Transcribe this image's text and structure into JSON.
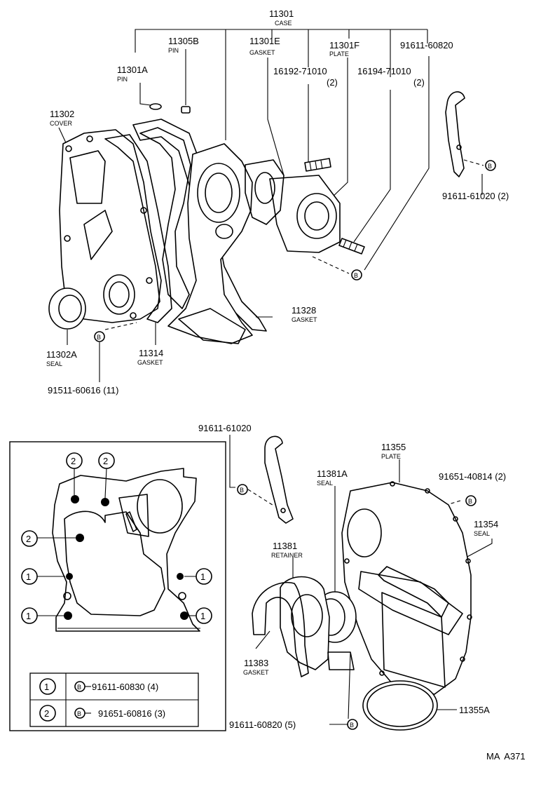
{
  "diagram": {
    "parts": {
      "case": {
        "number": "11301",
        "name": "CASE"
      },
      "pin_b": {
        "number": "11305B",
        "name": "PIN"
      },
      "case_gasket": {
        "number": "11301E",
        "name": "GASKET"
      },
      "case_plate": {
        "number": "11301F",
        "name": "PLATE"
      },
      "bolt_top": {
        "number": "91611-60820"
      },
      "pin_a": {
        "number": "11301A",
        "name": "PIN"
      },
      "stud_1": {
        "number": "16192-71010",
        "qty": "(2)"
      },
      "stud_2": {
        "number": "16194-71010",
        "qty": "(2)"
      },
      "cover": {
        "number": "11302",
        "name": "COVER"
      },
      "bolt_hook": {
        "number": "91611-61020 (2)"
      },
      "cover_gasket": {
        "number": "11328",
        "name": "GASKET"
      },
      "seal_a": {
        "number": "11302A",
        "name": "SEAL"
      },
      "gasket_11314": {
        "number": "11314",
        "name": "GASKET"
      },
      "bolt_cover": {
        "number": "91511-60616 (11)"
      },
      "bolt_hook_2": {
        "number": "91611-61020"
      },
      "plate": {
        "number": "11355",
        "name": "PLATE"
      },
      "seal_11381a": {
        "number": "11381A",
        "name": "SEAL"
      },
      "bolt_plate": {
        "number": "91651-40814 (2)"
      },
      "seal_11354": {
        "number": "11354",
        "name": "SEAL"
      },
      "retainer": {
        "number": "11381",
        "name": "RETAINER"
      },
      "retainer_gasket": {
        "number": "11383",
        "name": "GASKET"
      },
      "cover_11355a": {
        "number": "11355A"
      },
      "bolt_retainer": {
        "number": "91611-60820 (5)"
      }
    },
    "legend": {
      "rows": [
        {
          "key": "1",
          "part": "91611-60830 (4)"
        },
        {
          "key": "2",
          "part": "91651-60816 (3)"
        }
      ],
      "bolt_symbol": "B"
    },
    "inset_markers": [
      "2",
      "2",
      "2",
      "1",
      "1",
      "1",
      "1"
    ],
    "bolt_symbol": "B",
    "code": "MA  A371"
  }
}
